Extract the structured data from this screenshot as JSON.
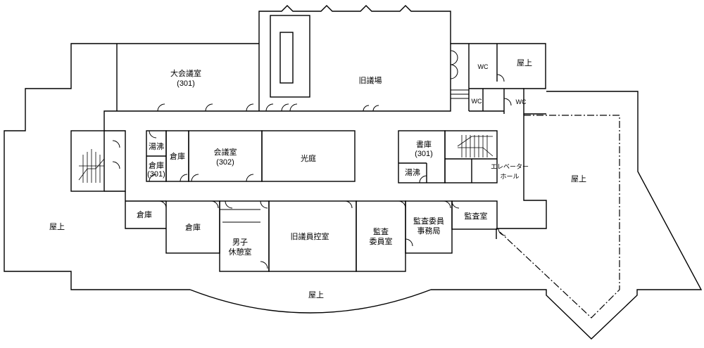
{
  "rooms": {
    "large_conference": {
      "name": "大会議室",
      "number": "(301)"
    },
    "old_assembly_hall": {
      "name": "旧議場"
    },
    "wc_1": {
      "name": "WC"
    },
    "wc_2": {
      "name": "WC"
    },
    "wc_3": {
      "name": "WC"
    },
    "rooftop_top": {
      "name": "屋上"
    },
    "rooftop_west": {
      "name": "屋上"
    },
    "rooftop_east": {
      "name": "屋上"
    },
    "rooftop_south": {
      "name": "屋上"
    },
    "hot_water_west": {
      "name": "湯沸"
    },
    "storage_301": {
      "name": "倉庫",
      "number": "(301)"
    },
    "storage_a": {
      "name": "倉庫"
    },
    "conference_302": {
      "name": "会議室",
      "number": "(302)"
    },
    "lightwell": {
      "name": "光庭"
    },
    "archive_301": {
      "name": "書庫",
      "number": "(301)"
    },
    "hot_water_east": {
      "name": "湯沸"
    },
    "elevator_hall": {
      "name1": "エレベーター",
      "name2": "ホール"
    },
    "storage_b": {
      "name": "倉庫"
    },
    "storage_c": {
      "name": "倉庫"
    },
    "mens_lounge": {
      "name1": "男子",
      "name2": "休憩室"
    },
    "old_members_room": {
      "name": "旧議員控室"
    },
    "audit_commissioners": {
      "name1": "監査",
      "name2": "委員室"
    },
    "audit_secretariat": {
      "name1": "監査委員",
      "name2": "事務局"
    },
    "audit_room": {
      "name": "監査室"
    }
  }
}
